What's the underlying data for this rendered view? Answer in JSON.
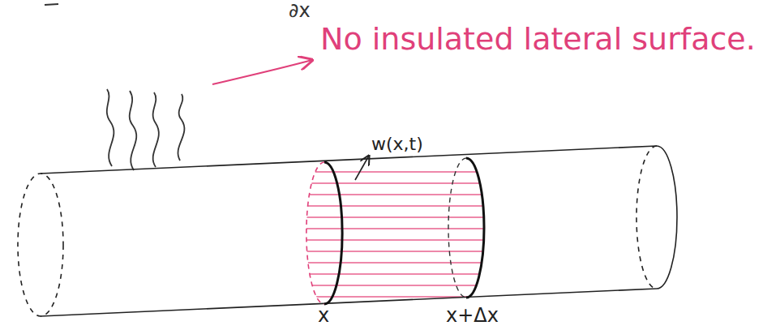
{
  "diagram": {
    "labels": [
      "∂x",
      "No insulated lateral surface.",
      "w(x,t)",
      "x",
      "x+Δx"
    ]
  }
}
